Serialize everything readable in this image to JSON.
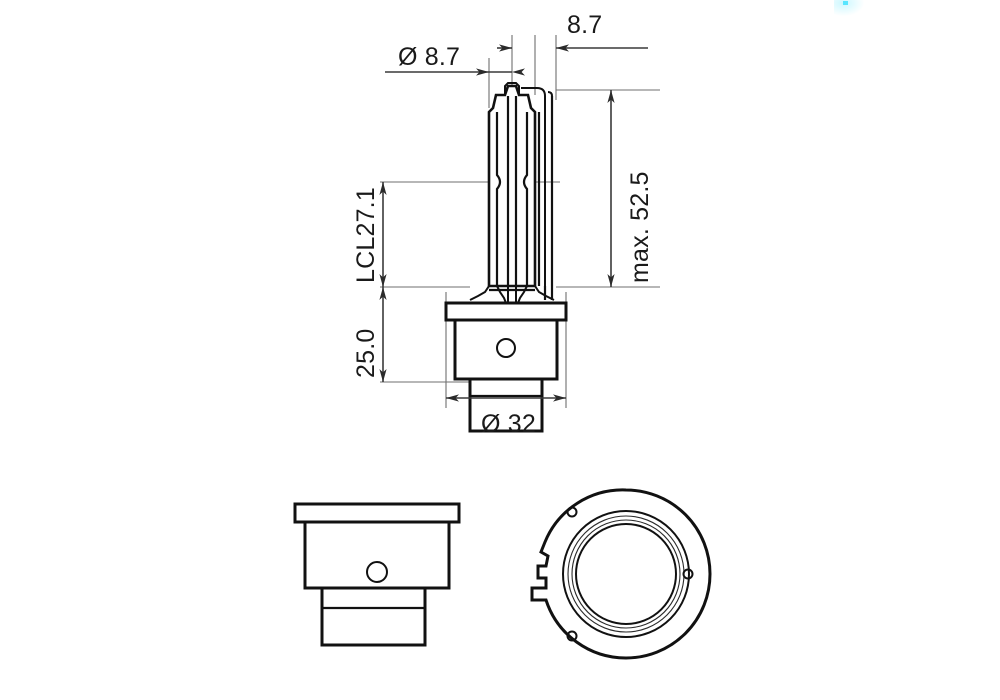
{
  "page": {
    "title": "Automotive xenon lamp technical dimension drawing",
    "background_color": "#ffffff",
    "line_color": "#111111",
    "dimension_color": "#3a3a3a",
    "text_color": "#1a1a1a"
  },
  "dimensions": {
    "arc_tube_diameter": "Ø 8.7",
    "arc_tube_offset": "8.7",
    "light_center_length": "LCL27.1",
    "base_height": "25.0",
    "overall_max_height": "max. 52.5",
    "base_flange_diameter": "Ø 32"
  },
  "views": {
    "main": {
      "name": "front-elevation",
      "label": ""
    },
    "base_side": {
      "name": "base-side-view",
      "label": ""
    },
    "base_end": {
      "name": "base-end-view",
      "label": ""
    }
  },
  "artifact": {
    "name": "cyan-pixel-artifact",
    "color": "#42e3ff"
  }
}
